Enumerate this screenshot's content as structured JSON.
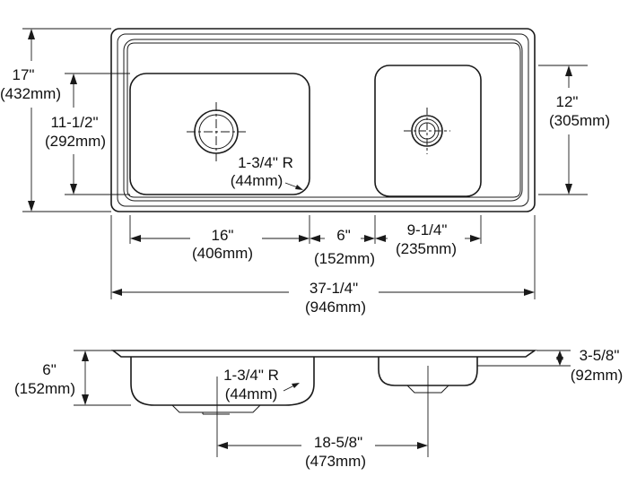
{
  "top_view": {
    "overall_depth": {
      "inch": "17\"",
      "mm": "(432mm)"
    },
    "left_bowl_depth": {
      "inch": "11-1/2\"",
      "mm": "(292mm)"
    },
    "right_bowl_depth": {
      "inch": "12\"",
      "mm": "(305mm)"
    },
    "corner_radius": {
      "inch": "1-3/4\" R",
      "mm": "(44mm)"
    },
    "left_bowl_width": {
      "inch": "16\"",
      "mm": "(406mm)"
    },
    "bowl_spacing": {
      "inch": "6\"",
      "mm": "(152mm)"
    },
    "right_bowl_width": {
      "inch": "9-1/4\"",
      "mm": "(235mm)"
    },
    "overall_width": {
      "inch": "37-1/4\"",
      "mm": "(946mm)"
    }
  },
  "side_view": {
    "left_bowl_depth": {
      "inch": "6\"",
      "mm": "(152mm)"
    },
    "right_bowl_depth": {
      "inch": "3-5/8\"",
      "mm": "(92mm)"
    },
    "corner_radius": {
      "inch": "1-3/4\" R",
      "mm": "(44mm)"
    },
    "drain_spacing": {
      "inch": "18-5/8\"",
      "mm": "(473mm)"
    }
  }
}
